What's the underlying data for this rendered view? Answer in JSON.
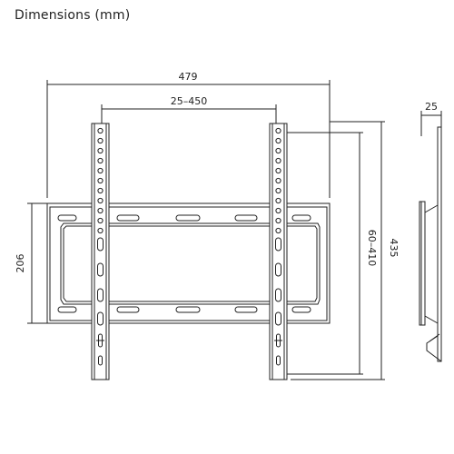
{
  "title": "Dimensions (mm)",
  "dimensions": {
    "overall_width": "479",
    "vesa_horizontal": "25–450",
    "overall_height": "435",
    "vesa_vertical": "60–410",
    "plate_height": "206",
    "depth": "25"
  }
}
